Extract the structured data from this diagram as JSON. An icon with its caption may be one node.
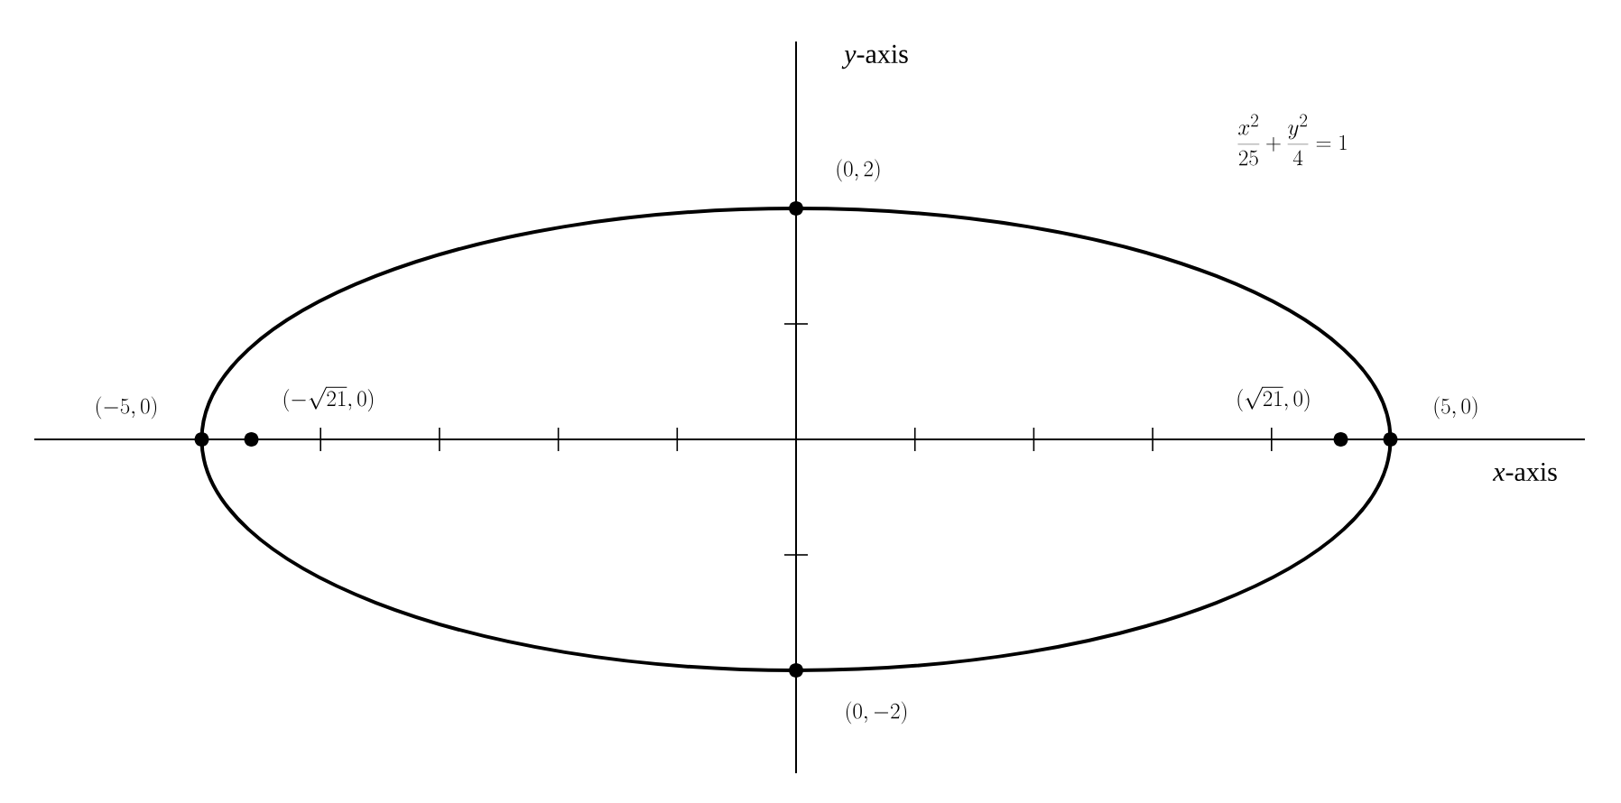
{
  "diagram": {
    "labels": [
      "*y*-axis",
      "\\frac{x^{2}}{25}+\\frac{y^{2}}{4}=1",
      "(0, 2)",
      "(-5, 0)",
      "(-\\sqrt{21}, 0)",
      "(\\sqrt{21}, 0)",
      "(5, 0)",
      "*x*-axis",
      "(0, -2)"
    ]
  }
}
